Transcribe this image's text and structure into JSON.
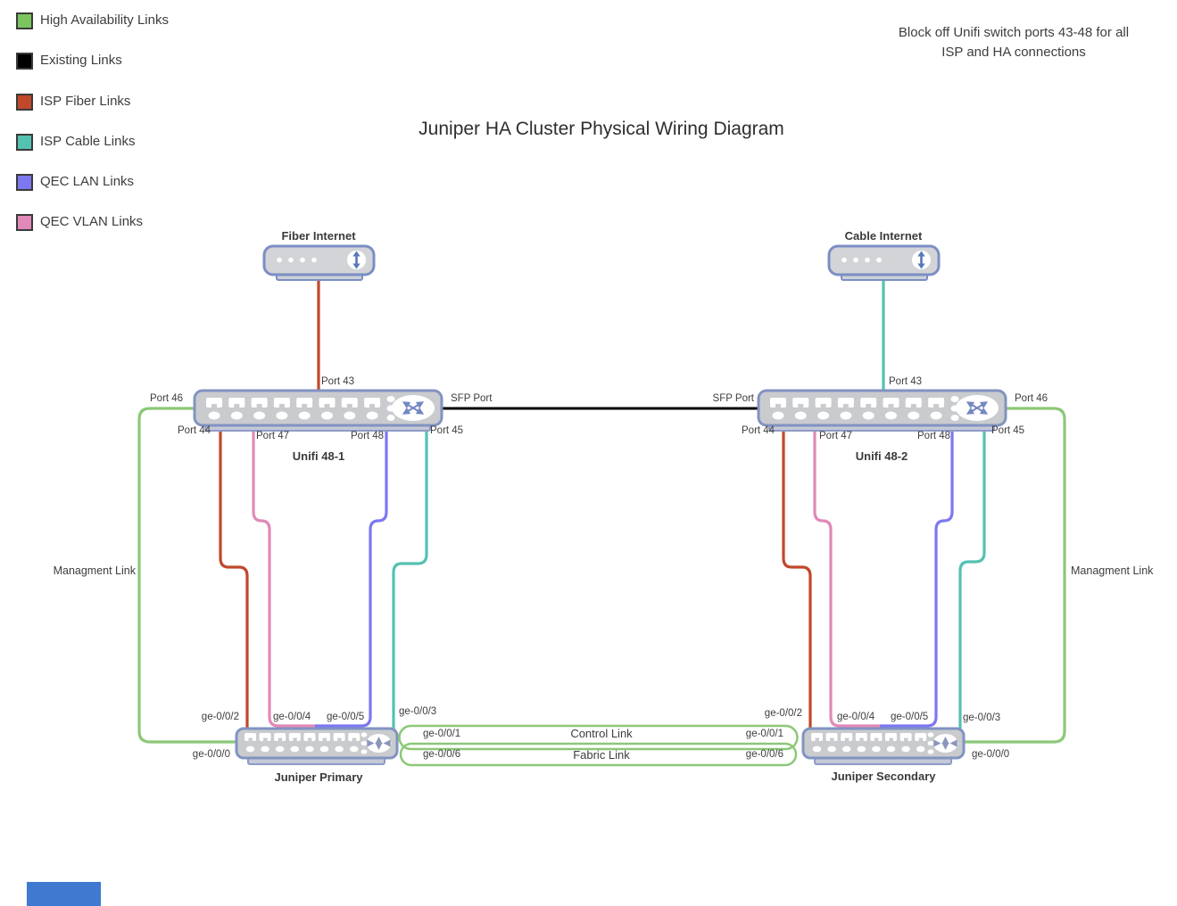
{
  "title": "Juniper HA Cluster Physical Wiring Diagram",
  "note": {
    "line1": "Block off Unifi switch ports 43-48 for all",
    "line2": "ISP and HA connections"
  },
  "legend": {
    "items": [
      {
        "label": "High Availability Links",
        "color": "#7cc45f"
      },
      {
        "label": "Existing Links",
        "color": "#000000"
      },
      {
        "label": "ISP Fiber Links",
        "color": "#c1482b"
      },
      {
        "label": "ISP Cable Links",
        "color": "#55c1b1"
      },
      {
        "label": "QEC LAN Links",
        "color": "#7d78ef"
      },
      {
        "label": "QEC VLAN Links",
        "color": "#e189b8"
      }
    ]
  },
  "colors": {
    "high_availability": "#8cc878",
    "existing": "#000000",
    "isp_fiber": "#c1482b",
    "isp_cable": "#55c1b1",
    "qec_lan": "#7d78ef",
    "qec_vlan": "#e189b8",
    "device_fill": "#c9cbce",
    "device_border": "#8193c1",
    "modem_border": "#7b8ec5"
  },
  "devices": {
    "fiber_internet": "Fiber Internet",
    "cable_internet": "Cable Internet",
    "unifi_1": "Unifi 48-1",
    "unifi_2": "Unifi 48-2",
    "juniper_primary": "Juniper Primary",
    "juniper_secondary": "Juniper Secondary"
  },
  "labels": {
    "port43": "Port 43",
    "port44": "Port 44",
    "port45": "Port 45",
    "port46": "Port 46",
    "port47": "Port 47",
    "port48": "Port 48",
    "sfp": "SFP Port",
    "ge0": "ge-0/0/0",
    "ge1": "ge-0/0/1",
    "ge2": "ge-0/0/2",
    "ge3": "ge-0/0/3",
    "ge4": "ge-0/0/4",
    "ge5": "ge-0/0/5",
    "ge6": "ge-0/0/6",
    "management": "Managment Link",
    "control": "Control Link",
    "fabric": "Fabric Link"
  }
}
